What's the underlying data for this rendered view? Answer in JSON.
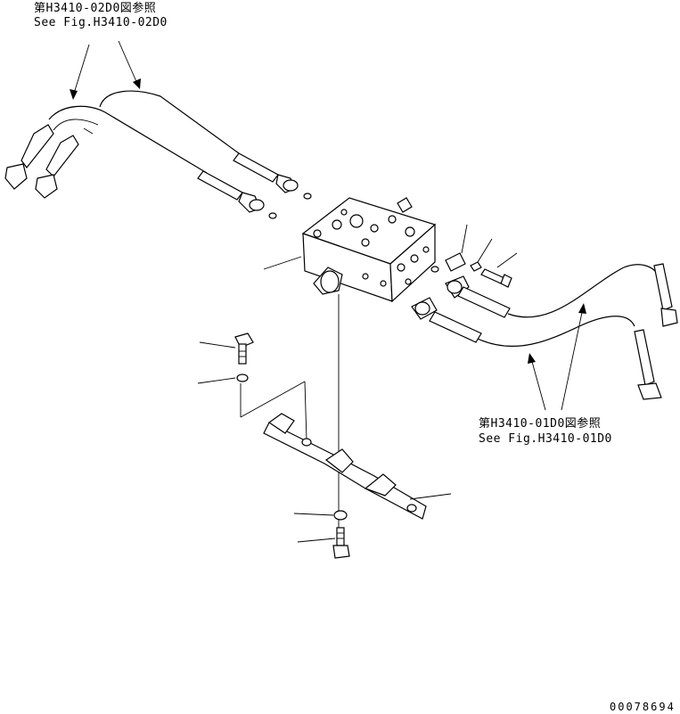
{
  "references": {
    "top_left": {
      "line_jp": "第H3410-02D0図参照",
      "line_en": "See Fig.H3410-02D0"
    },
    "bottom_right": {
      "line_jp": "第H3410-01D0図参照",
      "line_en": "See Fig.H3410-01D0"
    }
  },
  "drawing_number": "00078694"
}
